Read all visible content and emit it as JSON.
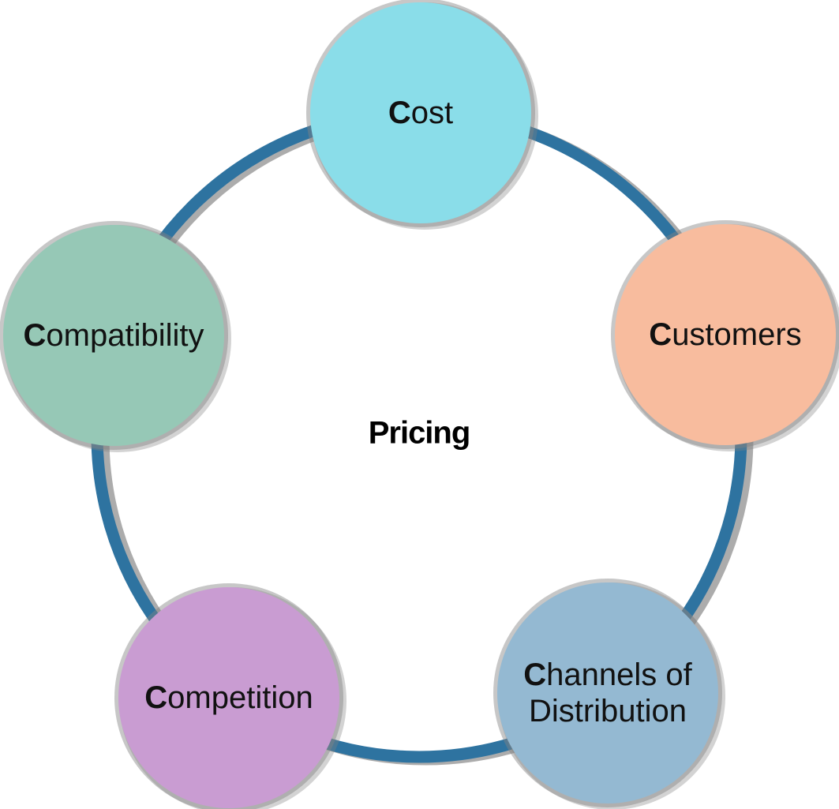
{
  "diagram": {
    "center_label": "Pricing",
    "ring_color": "#2E73A0",
    "shadow_color": "#828282",
    "text_color": "#111111",
    "background_color": "#FFFFFF",
    "nodes": [
      {
        "id": "cost",
        "label": "Cost",
        "initial": "C",
        "rest": "ost",
        "color": "#8ADDE9"
      },
      {
        "id": "customers",
        "label": "Customers",
        "initial": "C",
        "rest": "ustomers",
        "color": "#F8BC9E"
      },
      {
        "id": "channels-of-distribution",
        "label": "Channels of Distribution",
        "initial": "C",
        "rest": "hannels of\nDistribution",
        "color": "#94B9D2"
      },
      {
        "id": "competition",
        "label": "Competition",
        "initial": "C",
        "rest": "ompetition",
        "color": "#C99CD2"
      },
      {
        "id": "compatibility",
        "label": "Compatibility",
        "initial": "C",
        "rest": "ompatibility",
        "color": "#96C8B6"
      }
    ]
  }
}
